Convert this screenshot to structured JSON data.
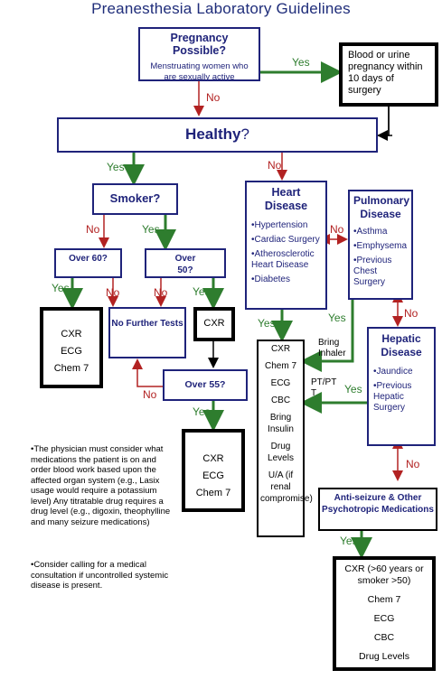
{
  "title": "Preanesthesia Laboratory Guidelines",
  "pregnancy": {
    "question": "Pregnancy Possible?",
    "subtext": "Menstruating women who are sexually active"
  },
  "pregnancy_result": "Blood or urine pregnancy within 10 days of surgery",
  "healthy": {
    "word": "Healthy",
    "mark": "?"
  },
  "smoker": "Smoker?",
  "over60": "Over 60?",
  "over50": "Over 50?",
  "over55": "Over 55?",
  "no_further": "No Further Tests",
  "cxr": "CXR",
  "result_a": [
    "CXR",
    "ECG",
    "Chem 7"
  ],
  "result_b": [
    "CXR",
    "ECG",
    "Chem 7"
  ],
  "heart": {
    "title": "Heart Disease",
    "items": [
      "•Hypertension",
      "•Cardiac Surgery",
      "•Atherosclerotic Heart Disease",
      "•Diabetes"
    ]
  },
  "pulmonary": {
    "title": "Pulmonary Disease",
    "items": [
      "•Asthma",
      "•Emphysema",
      "•Previous Chest Surgery"
    ]
  },
  "hepatic": {
    "title": "Hepatic Disease",
    "items": [
      "•Jaundice",
      "•Previous Hepatic Surgery"
    ]
  },
  "heart_tests": [
    "CXR",
    "Chem 7",
    "ECG",
    "CBC",
    "Bring Insulin",
    "Drug Levels",
    "U/A (if renal compromise)"
  ],
  "anti_seizure": "Anti-seizure & Other Psychotropic Medications",
  "anti_tests": [
    "CXR (>60 years or smoker >50)",
    "Chem 7",
    "ECG",
    "CBC",
    "Drug Levels"
  ],
  "labels": {
    "yes": "Yes",
    "no": "No",
    "bring_inhaler": "Bring Inhaler",
    "pt_ptt": "PT/PTT"
  },
  "notes": [
    "•The physician must consider what medications the patient is on and order blood work based upon the affected organ system (e.g., Lasix usage would require a potassium level) Any titratable drug requires a drug level (e.g., digoxin, theophylline and many seizure medications)",
    "•Consider calling for a medical consultation if uncontrolled systemic disease is present."
  ],
  "colors": {
    "blue": "#1f237a",
    "green": "#2e7d2e",
    "red": "#b22222"
  }
}
